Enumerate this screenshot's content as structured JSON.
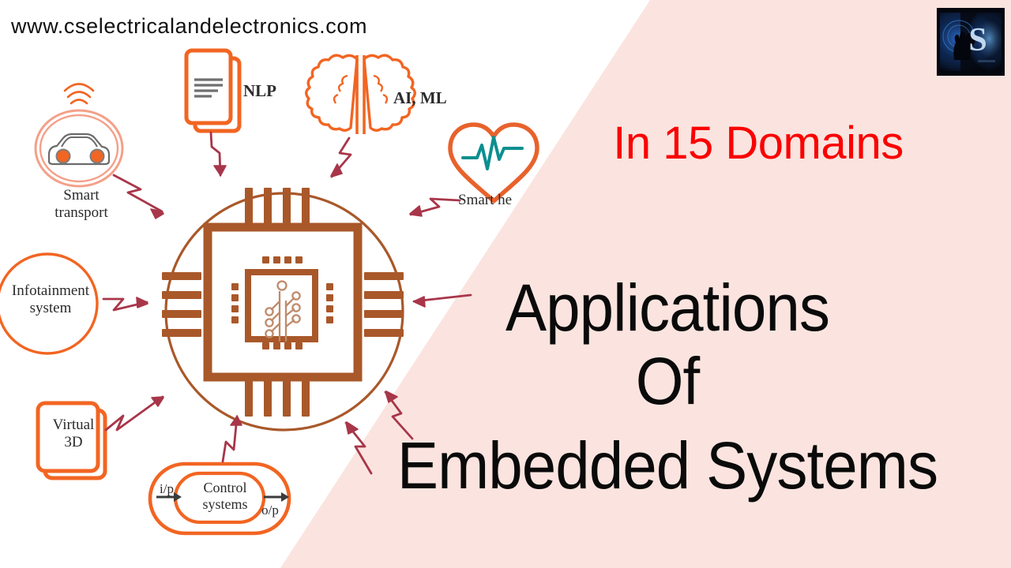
{
  "branding": {
    "site_url": "www.cselectricalandelectronics.com",
    "logo_name": "cs-electrical-and-electronics-logo",
    "logo_letter": "S"
  },
  "colors": {
    "pink_panel": "#fbe4df",
    "headline_red": "#fb0000",
    "title_black": "#0a0a0a",
    "chip_brown": "#a9582a",
    "icon_orange": "#f26522",
    "arrow_maroon": "#a8364a",
    "ecg_teal": "#0c8f8f",
    "logo_dark": "#05070f"
  },
  "headline": {
    "domains": "In 15 Domains"
  },
  "title": {
    "line1": "Applications",
    "line2": "Of",
    "line3": "Embedded Systems"
  },
  "diagram": {
    "center_name": "embedded-system-chip",
    "nodes": [
      {
        "id": "smart-transport",
        "label": "Smart\ntransport",
        "icon": "car-wifi-icon"
      },
      {
        "id": "infotainment-system",
        "label": "Infotainment\nsystem",
        "icon": "circle-outline-icon"
      },
      {
        "id": "virtual-3d",
        "label": "Virtual\n3D",
        "icon": "stacked-cards-icon"
      },
      {
        "id": "nlp",
        "label": "NLP",
        "icon": "document-lines-icon"
      },
      {
        "id": "ai-ml",
        "label": "AI, ML",
        "icon": "brain-icon"
      },
      {
        "id": "smart-health",
        "label": "Smart he",
        "icon": "heart-ecg-icon"
      },
      {
        "id": "control-systems",
        "label": "Control\nsystems",
        "icon": "control-loop-icon"
      }
    ],
    "control_systems": {
      "input_label": "i/p",
      "output_label": "o/p",
      "body_label": "Control\nsystems"
    },
    "arrow_count": 8,
    "arrow_style": "zigzag-lightning"
  }
}
